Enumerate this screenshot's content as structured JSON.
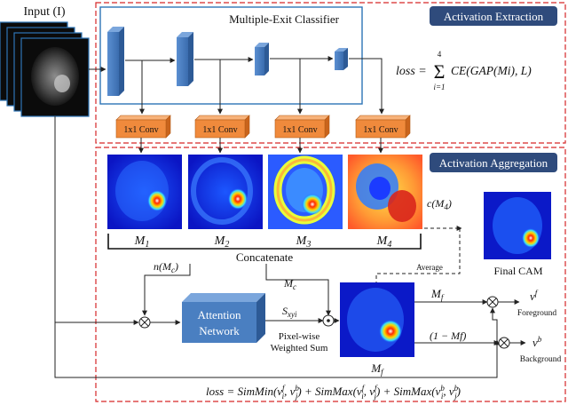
{
  "input": {
    "label": "Input (I)"
  },
  "sections": {
    "activation_extraction": "Activation Extraction",
    "activation_aggregation": "Activation Aggregation"
  },
  "classifier": {
    "title": "Multiple-Exit Classifier"
  },
  "conv_label": "1x1 Conv",
  "maps": {
    "m1": "M1",
    "m2": "M2",
    "m3": "M3",
    "m4": "M4",
    "mf": "Mf",
    "mc": "Mc"
  },
  "labels": {
    "concatenate": "Concatenate",
    "average": "Average",
    "final_cam": "Final CAM",
    "c_m4": "c(M4)",
    "n_mc": "n(Mc)",
    "attention_network": "Attention Network",
    "s_xyi": "Sxyi",
    "pixel_wise": "Pixel-wise",
    "weighted_sum": "Weighted Sum",
    "mf_branch": "Mf",
    "one_minus_mf": "(1 − Mf)",
    "v_f": "vf",
    "v_b": "vb",
    "foreground": "Foreground",
    "background": "Background"
  },
  "equations": {
    "loss_top": "loss = Σ CE(GAP(Mi), L)",
    "loss_top_prefix": "loss =",
    "loss_top_sum": "Σ",
    "loss_top_upper": "4",
    "loss_top_lower": "i=1",
    "loss_top_body": "CE(GAP(Mi), L)",
    "loss_bottom": "loss = SimMin(vif, vjb) + SimMax(vif, vjf) + SimMax(vib, vjb)"
  },
  "colors": {
    "section_border": "#d62728",
    "classifier_border": "#2e75b6",
    "block_fill": "#4a7fc1",
    "conv_fill": "#f08a3c",
    "attention_fill": "#4a7fc1",
    "tag_fill": "#2f4b7c"
  }
}
